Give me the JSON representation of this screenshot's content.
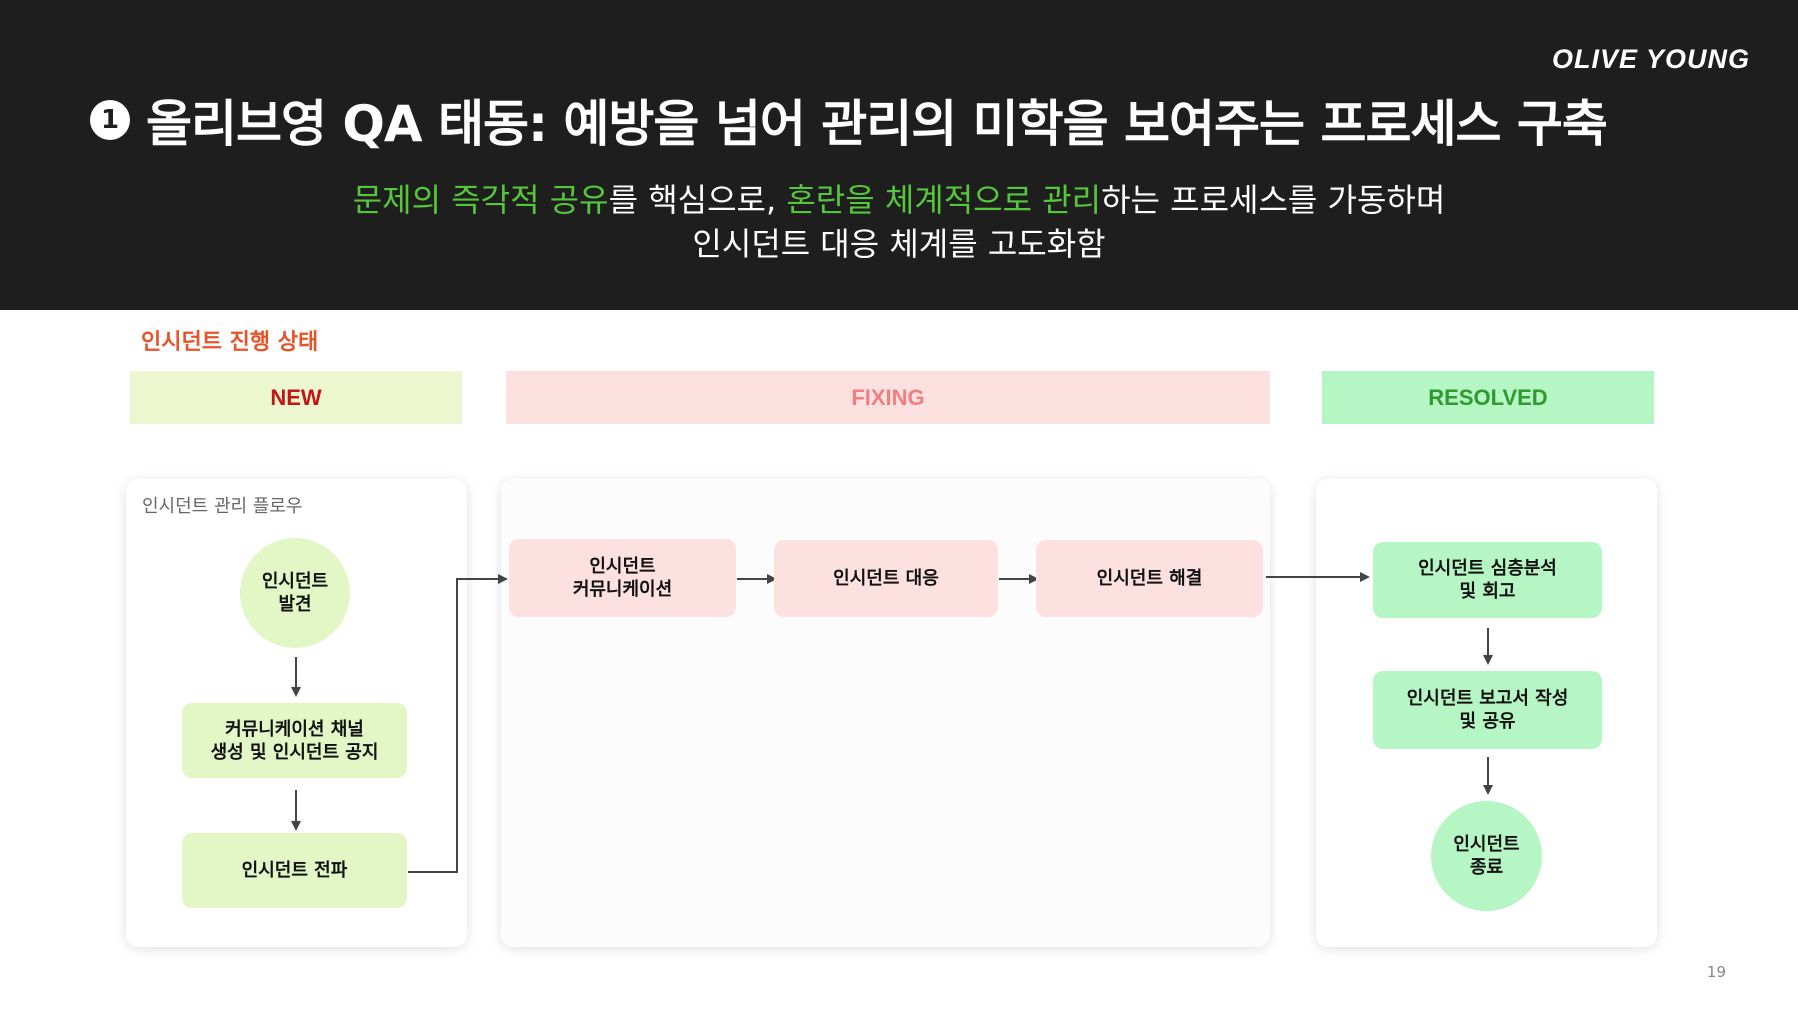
{
  "header": {
    "brand": "OLIVE YOUNG",
    "badge": "1",
    "title": "올리브영 QA 태동: 예방을 넘어 관리의 미학을 보여주는 프로세스 구축",
    "subtitle": {
      "hl1": "문제의 즉각적 공유",
      "t1": "를 핵심으로, ",
      "hl2": "혼란을 체계적으로 관리",
      "t2": "하는 프로세스를 가동하며",
      "line2": "인시던트 대응 체계를 고도화함"
    },
    "highlight_color": "#56c73a"
  },
  "status": {
    "title": "인시던트 진행 상태",
    "stages": [
      {
        "label": "NEW",
        "bg": "#ecf7cf",
        "color": "#c2161b"
      },
      {
        "label": "FIXING",
        "bg": "#fde0e0",
        "color": "#f27f7f"
      },
      {
        "label": "RESOLVED",
        "bg": "#b6f5c4",
        "color": "#2f9a2f"
      }
    ]
  },
  "flow": {
    "label": "인시던트 관리 플로우",
    "new_nodes": [
      {
        "line1": "인시던트",
        "line2": "발견"
      },
      {
        "line1": "커뮤니케이션 채널",
        "line2": "생성 및 인시던트 공지"
      },
      {
        "line1": "인시던트 전파"
      }
    ],
    "fixing_nodes": [
      {
        "line1": "인시던트",
        "line2": "커뮤니케이션"
      },
      {
        "line1": "인시던트 대응"
      },
      {
        "line1": "인시던트 해결"
      }
    ],
    "resolved_nodes": [
      {
        "line1": "인시던트 심층분석",
        "line2": "및 회고"
      },
      {
        "line1": "인시던트 보고서 작성",
        "line2": "및 공유"
      },
      {
        "line1": "인시던트",
        "line2": "종료"
      }
    ]
  },
  "page_number": "19"
}
